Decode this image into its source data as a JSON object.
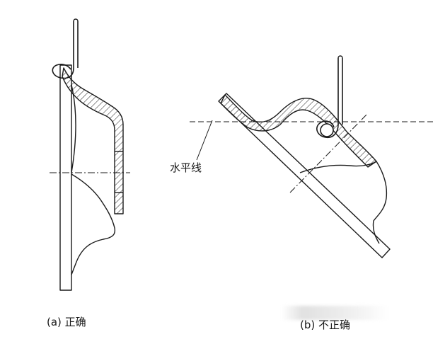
{
  "labels": {
    "horizontal_line": "水平线"
  },
  "captions": {
    "a": "(a) 正确",
    "b": "(b) 不正确"
  },
  "colors": {
    "ink": "#1a1a1a",
    "background": "#ffffff"
  }
}
